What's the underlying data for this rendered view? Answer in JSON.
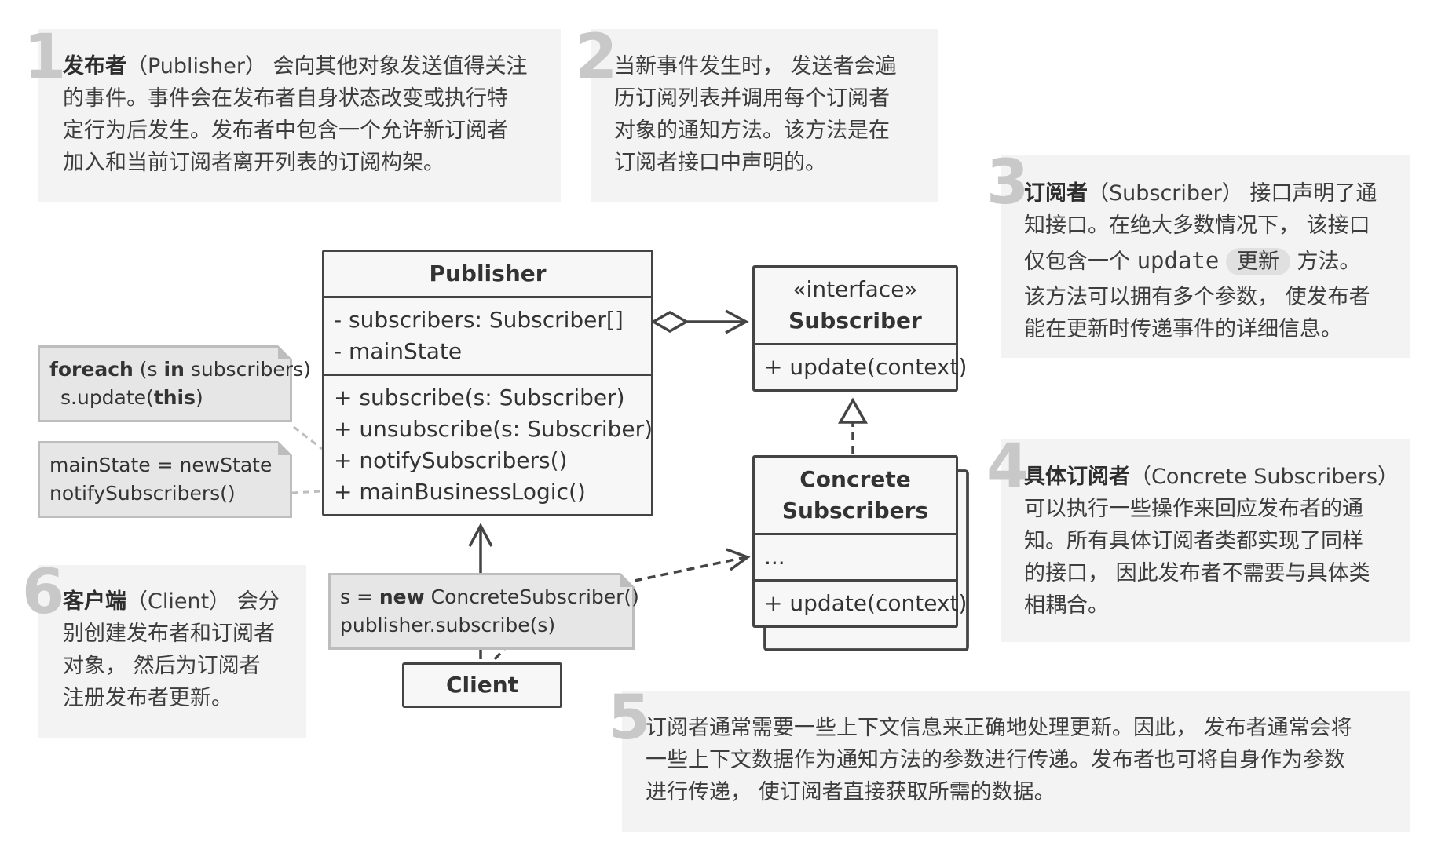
{
  "cards": {
    "c1": {
      "num": "1",
      "title": "发布者",
      "lines": [
        "（Publisher） 会向其他对象发送值得关注",
        "的事件。事件会在发布者自身状态改变或执行特",
        "定行为后发生。发布者中包含一个允许新订阅者",
        "加入和当前订阅者离开列表的订阅构架。"
      ]
    },
    "c2": {
      "num": "2",
      "lines": [
        "当新事件发生时， 发送者会遍",
        "历订阅列表并调用每个订阅者",
        "对象的通知方法。该方法是在",
        "订阅者接口中声明的。"
      ]
    },
    "c3": {
      "num": "3",
      "title": "订阅者",
      "l1": "（Subscriber） 接口声明了通",
      "l2": "知接口。在绝大多数情况下， 该接口",
      "l3a": "仅包含一个 ",
      "code": "update",
      "pill": "更新",
      "l3b": " 方法。",
      "l4": "该方法可以拥有多个参数， 使发布者",
      "l5": "能在更新时传递事件的详细信息。"
    },
    "c4": {
      "num": "4",
      "title": "具体订阅者",
      "lines": [
        "（Concrete Subscribers）",
        "可以执行一些操作来回应发布者的通",
        "知。所有具体订阅者类都实现了同样",
        "的接口， 因此发布者不需要与具体类",
        "相耦合。"
      ]
    },
    "c5": {
      "num": "5",
      "lines": [
        "订阅者通常需要一些上下文信息来正确地处理更新。因此， 发布者通常会将",
        "一些上下文数据作为通知方法的参数进行传递。发布者也可将自身作为参数",
        "进行传递， 使订阅者直接获取所需的数据。"
      ]
    },
    "c6": {
      "num": "6",
      "title": "客户端",
      "lines": [
        "（Client） 会分",
        "别创建发布者和订阅者",
        "对象， 然后为订阅者",
        "注册发布者更新。"
      ]
    }
  },
  "publisher": {
    "name": "Publisher",
    "fields": [
      "- subscribers: Subscriber[]",
      "- mainState"
    ],
    "methods": [
      "+ subscribe(s: Subscriber)",
      "+ unsubscribe(s: Subscriber)",
      "+ notifySubscribers()",
      "+ mainBusinessLogic()"
    ]
  },
  "subscriber": {
    "stereotype": "«interface»",
    "name": "Subscriber",
    "methods": [
      "+ update(context)"
    ]
  },
  "concrete": {
    "name1": "Concrete",
    "name2": "Subscribers",
    "fields": [
      "..."
    ],
    "methods": [
      "+ update(context)"
    ]
  },
  "client": {
    "name": "Client"
  },
  "notes": {
    "foreach": {
      "kw1": "foreach",
      "mid": " (s ",
      "kw2": "in",
      "end": " subscribers)",
      "l2a": "s.update(",
      "kw3": "this",
      "l2b": ")"
    },
    "state": {
      "l1": "mainState = newState",
      "l2": "notifySubscribers()"
    },
    "client": {
      "l1a": "s = ",
      "kw": "new",
      "l1b": " ConcreteSubscriber()",
      "l2": "publisher.subscribe(s)"
    }
  },
  "colors": {
    "card_bg": "#f3f3f3",
    "border": "#444444",
    "note_bg": "#e6e6e6",
    "number": "#c8c8c8"
  }
}
